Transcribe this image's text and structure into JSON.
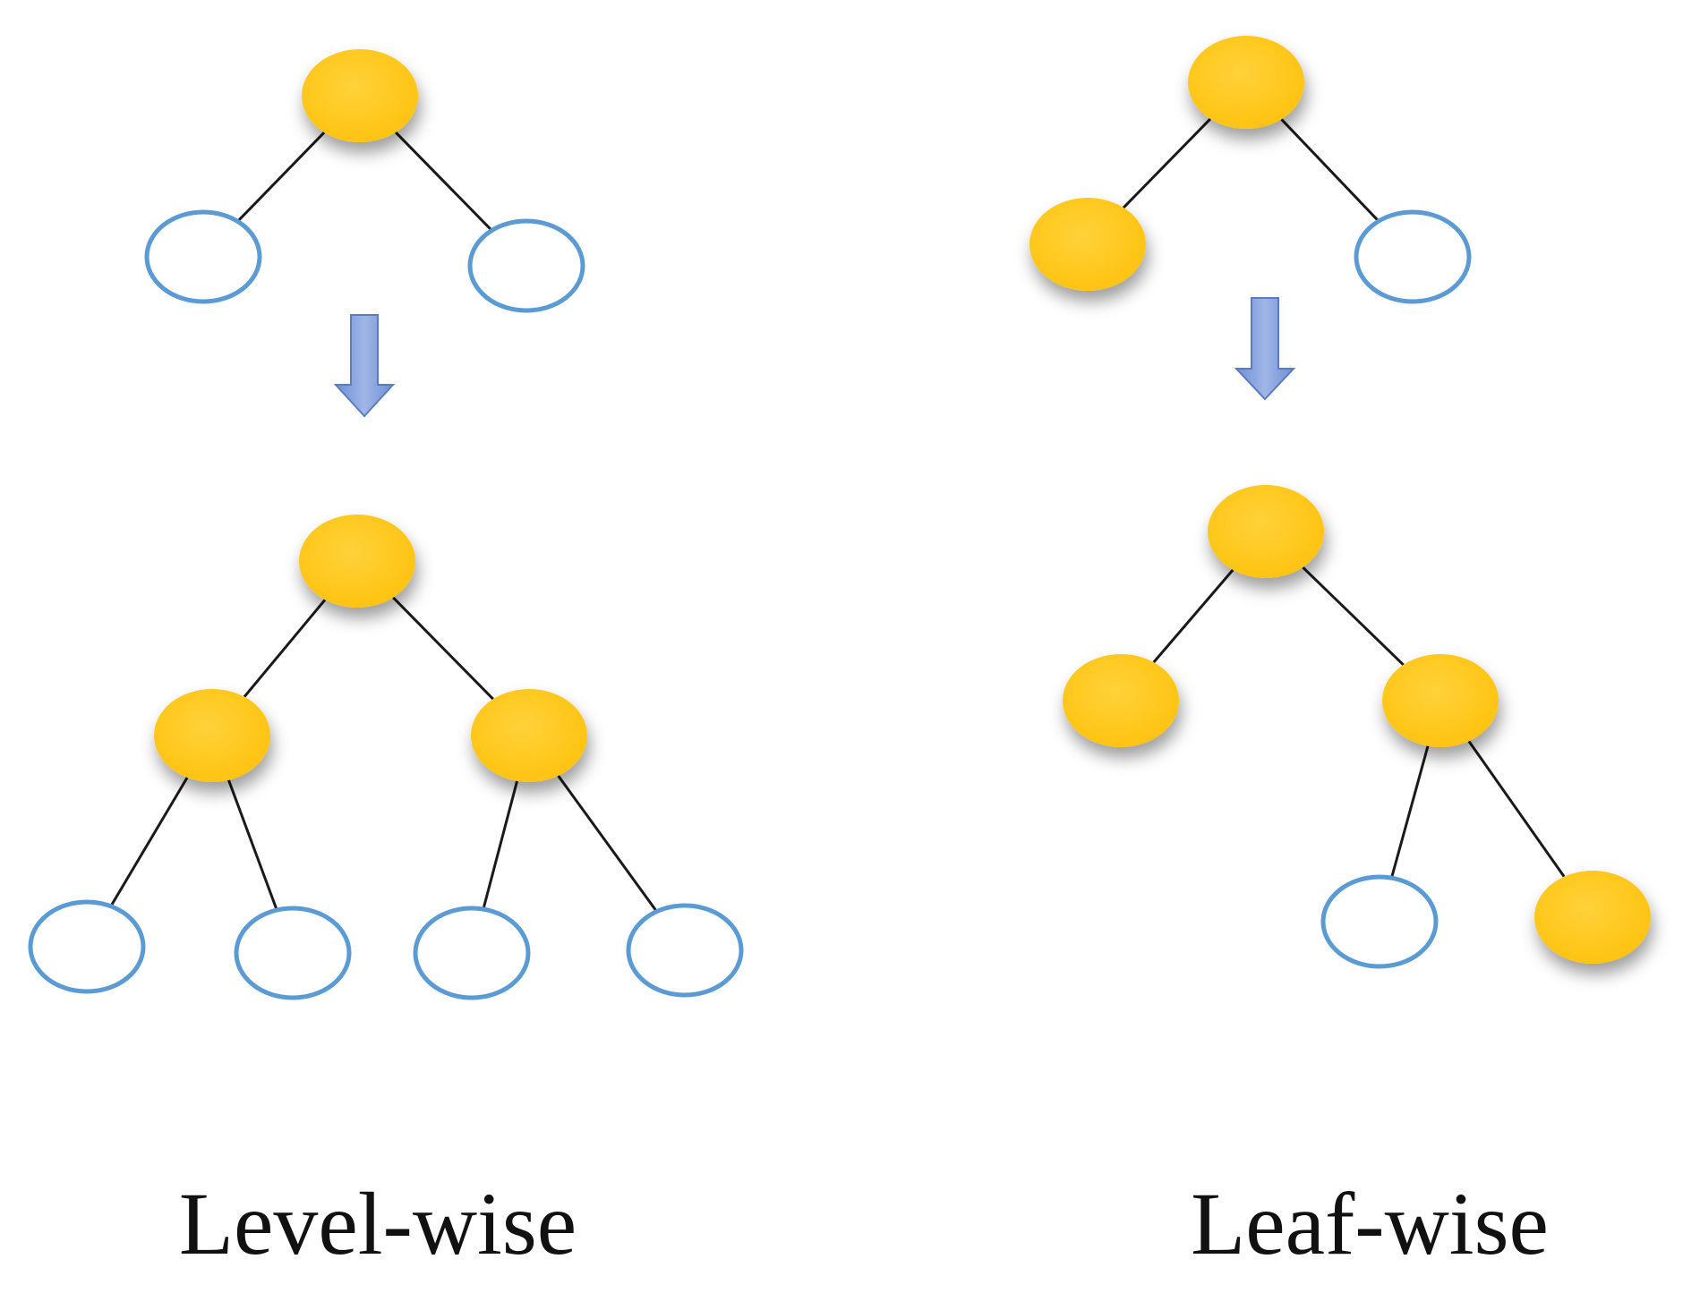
{
  "panels": [
    {
      "caption": "Level-wise",
      "before": {
        "nodes": [
          {
            "id": "root",
            "filled": true
          },
          {
            "id": "l",
            "filled": false
          },
          {
            "id": "r",
            "filled": false
          }
        ],
        "edges": [
          [
            "root",
            "l"
          ],
          [
            "root",
            "r"
          ]
        ]
      },
      "after": {
        "nodes": [
          {
            "id": "root",
            "filled": true
          },
          {
            "id": "l",
            "filled": true
          },
          {
            "id": "r",
            "filled": true
          },
          {
            "id": "ll",
            "filled": false
          },
          {
            "id": "lr",
            "filled": false
          },
          {
            "id": "rl",
            "filled": false
          },
          {
            "id": "rr",
            "filled": false
          }
        ],
        "edges": [
          [
            "root",
            "l"
          ],
          [
            "root",
            "r"
          ],
          [
            "l",
            "ll"
          ],
          [
            "l",
            "lr"
          ],
          [
            "r",
            "rl"
          ],
          [
            "r",
            "rr"
          ]
        ]
      }
    },
    {
      "caption": "Leaf-wise",
      "before": {
        "nodes": [
          {
            "id": "root",
            "filled": true
          },
          {
            "id": "l",
            "filled": true
          },
          {
            "id": "r",
            "filled": false
          }
        ],
        "edges": [
          [
            "root",
            "l"
          ],
          [
            "root",
            "r"
          ]
        ]
      },
      "after": {
        "nodes": [
          {
            "id": "root",
            "filled": true
          },
          {
            "id": "l",
            "filled": true
          },
          {
            "id": "r",
            "filled": true
          },
          {
            "id": "rl",
            "filled": false
          },
          {
            "id": "rr",
            "filled": true
          }
        ],
        "edges": [
          [
            "root",
            "l"
          ],
          [
            "root",
            "r"
          ],
          [
            "r",
            "rl"
          ],
          [
            "r",
            "rr"
          ]
        ]
      }
    }
  ],
  "colors": {
    "filled_node": "#FFC20E",
    "filled_node_highlight": "#FFD23A",
    "empty_node_stroke": "#5B9BD5",
    "edge": "#1a1a1a",
    "arrow_fill": "#7F9DDA",
    "arrow_stroke": "#5A7CC6"
  }
}
